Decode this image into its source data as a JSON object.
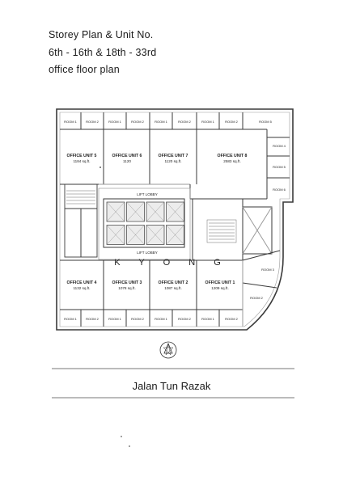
{
  "header": {
    "line1": "Storey Plan & Unit No.",
    "line2": "6th - 16th & 18th - 33rd",
    "line3": "office floor plan"
  },
  "street": "Jalan Tun Razak",
  "watermark": "K Y O N G",
  "lobby": {
    "top": "LIFT LOBBY",
    "bottom": "LIFT LOBBY"
  },
  "offices": {
    "unit5": {
      "name": "OFFICE UNIT 5",
      "area": "1184 sq.ft."
    },
    "unit6": {
      "name": "OFFICE UNIT 6",
      "area": "1120"
    },
    "unit7": {
      "name": "OFFICE UNIT 7",
      "area": "1120 sq.ft."
    },
    "unit8": {
      "name": "OFFICE UNIT 8",
      "area": "2583 sq.ft."
    },
    "unit4": {
      "name": "OFFICE UNIT 4",
      "area": "1132 sq.ft."
    },
    "unit3": {
      "name": "OFFICE UNIT 3",
      "area": "1078 sq.ft."
    },
    "unit2": {
      "name": "OFFICE UNIT 2",
      "area": "1087 sq.ft."
    },
    "unit1": {
      "name": "OFFICE UNIT 1",
      "area": "1209 sq.ft."
    }
  },
  "rooms": {
    "room1": "ROOM 1",
    "room2": "ROOM 2",
    "room3": "ROOM 3",
    "room4": "ROOM 4",
    "room5": "ROOM 5",
    "room6": "ROOM 6"
  },
  "colors": {
    "line": "#3a3a3a",
    "light": "#9a9a9a",
    "core": "#d9d9d9",
    "watermark": "#d6d6d6"
  }
}
